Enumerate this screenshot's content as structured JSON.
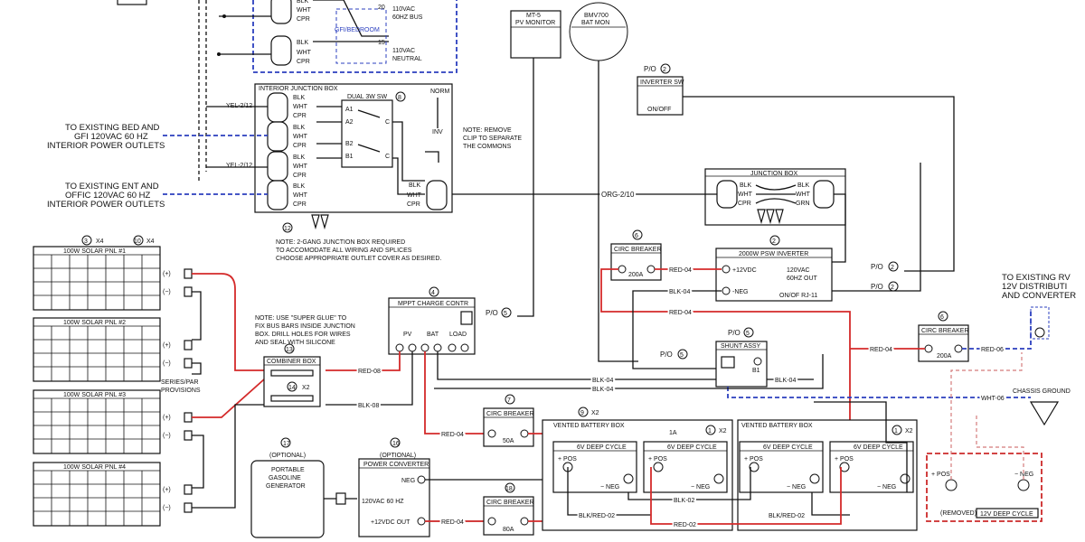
{
  "outlets_top": {
    "bus_label": "110VAC\n60HZ BUS",
    "gfi_label": "GFI/BEDROOM",
    "neutral_label": "110VAC\nNEUTRAL",
    "num_20": "20",
    "num_15a": "15",
    "num_15b": "15"
  },
  "wire_labels": {
    "blk": "BLK",
    "wht": "WHT",
    "cpr": "CPR",
    "grn": "GRN",
    "yel": "YEL-2/12",
    "org": "ORG-2/10",
    "red08": "RED-08",
    "blk08": "BLK-08",
    "red04": "RED-04",
    "blk04": "BLK-04",
    "red06": "RED-06",
    "wht06": "WHT-06",
    "blk02": "BLK-02",
    "red02": "RED-02",
    "blkred02": "BLK/RED-02"
  },
  "ijb": {
    "title": "INTERIOR JUNCTION BOX",
    "sw_title": "DUAL 3W SW",
    "sw_num": "8",
    "norm": "NORM",
    "inv": "INV",
    "a1": "A1",
    "a2": "A2",
    "b1": "B1",
    "b2": "B2",
    "c": "C",
    "note": "NOTE: REMOVE\nCLIP TO SEPARATE\nTHE COMMONS",
    "callout": "12",
    "note2": "NOTE: 2-GANG JUNCTION BOX REQUIRED\nTO ACCOMODATE ALL WIRING AND SPLICES\nCHOOSE APPROPRIATE OUTLET COVER AS DESIRED."
  },
  "left_labels": {
    "bed": "TO EXISTING BED AND\nGFI 120VAC 60 HZ\nINTERIOR POWER OUTLETS",
    "ent": "TO EXISTING ENT AND\nOFFIC 120VAC 60 HZ\nINTERIOR POWER OUTLETS"
  },
  "pv_monitor": {
    "model": "MT-5",
    "name": "PV MONITOR"
  },
  "bat_mon": {
    "model": "BMV700",
    "name": "BAT MON"
  },
  "inverter_sw": {
    "title": "INVERTER SW",
    "num": "2",
    "po": "P/O",
    "state": "ON/OFF"
  },
  "jbox": {
    "title": "JUNCTION BOX"
  },
  "psw": {
    "title": "2000W PSW INVERTER",
    "num": "2",
    "pos": "+12VDC",
    "neg": "-NEG",
    "out": "120VAC\n60HZ OUT",
    "rj": "ON/OF RJ-11"
  },
  "po_labels": {
    "po": "P/O",
    "n2": "2",
    "n5": "5"
  },
  "cb6": {
    "title": "CIRC BREAKER",
    "amps": "200A",
    "num": "6"
  },
  "cb6b": {
    "title": "CIRC BREAKER",
    "amps": "200A",
    "num": "6"
  },
  "cb7": {
    "title": "CIRC BREAKER",
    "amps": "50A",
    "num": "7"
  },
  "cb18": {
    "title": "CIRC BREAKER",
    "amps": "80A",
    "num": "18"
  },
  "mppt": {
    "title": "MPPT CHARGE CONTR",
    "num": "4",
    "pv": "PV",
    "bat": "BAT",
    "load": "LOAD"
  },
  "shunt": {
    "title": "SHUNT ASSY",
    "num": "5",
    "b1": "B1"
  },
  "panels": {
    "qty_a": "3",
    "qty_b": "10",
    "x4": "X4",
    "p1": "100W SOLAR PNL #1",
    "p2": "100W SOLAR PNL #2",
    "p3": "100W SOLAR PNL #3",
    "p4": "100W SOLAR PNL #4",
    "plus": "(+)",
    "minus": "(−)"
  },
  "glue_note": "NOTE: USE \"SUPER GLUE\" TO\nFIX BUS BARS INSIDE JUNCTION\nBOX. DRILL HOLES FOR WIRES\nAND SEAL WITH SILICONE",
  "combiner": {
    "title": "COMBINER BOX",
    "num": "13",
    "num2": "14",
    "x2": "X2"
  },
  "series": "SERIES/PAR\nPROVISIONS",
  "generator": {
    "num": "17",
    "opt": "(OPTIONAL)",
    "name": "PORTABLE\nGASOLINE\nGENERATOR"
  },
  "converter": {
    "num": "16",
    "opt": "(OPTIONAL)",
    "title": "POWER CONVERTER",
    "neg": "NEG",
    "ac": "120VAC 60 HZ",
    "out": "+12VDC OUT"
  },
  "batt_box_a": {
    "title": "VENTED BATTERY BOX",
    "num": "9",
    "x2": "X2",
    "fuse": "1A"
  },
  "batt_box_b": {
    "title": "VENTED BATTERY BOX",
    "num": "1",
    "x2": "X2"
  },
  "batt_box_a_num": {
    "num": "1",
    "x2": "X2"
  },
  "battery": {
    "name": "6V DEEP CYCLE",
    "pos": "+ POS",
    "neg": "− NEG"
  },
  "removed": {
    "label": "(REMOVED)",
    "name": "12V DEEP CYCLE",
    "pos": "+ POS",
    "neg": "− NEG"
  },
  "rv": {
    "label": "TO EXISTING RV\n12V DISTRIBUTI\nAND CONVERTER",
    "chassis": "CHASSIS GROUND"
  }
}
